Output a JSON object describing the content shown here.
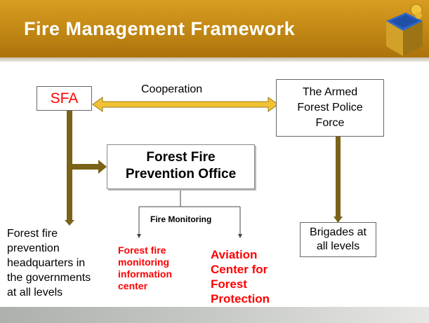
{
  "title": "Fire Management Framework",
  "nodes": {
    "sfa": "SFA",
    "cooperation": "Cooperation",
    "armed_police": [
      "The Armed",
      "Forest Police",
      "Force"
    ],
    "office": [
      "Forest Fire",
      "Prevention Office"
    ],
    "fire_monitoring": "Fire Monitoring",
    "brigades": [
      "Brigades at",
      "all levels"
    ],
    "headquarters": [
      "Forest fire",
      "prevention",
      "headquarters in",
      "the governments",
      "at all levels"
    ],
    "monitoring_center": [
      "Forest fire",
      "monitoring",
      "information",
      "center"
    ],
    "aviation": [
      "Aviation",
      "Center for",
      "Forest",
      "Protection"
    ]
  },
  "colors": {
    "header": "#c28a18",
    "arrow_fill": "#7a6218",
    "double_arrow_fill": "#f1c232",
    "red_text": "#ff0000",
    "box_border": "#666666"
  }
}
